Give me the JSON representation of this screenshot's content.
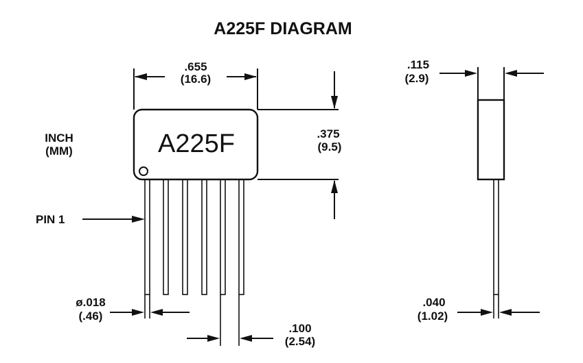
{
  "title": "A225F DIAGRAM",
  "part_label": "A225F",
  "units": {
    "primary": "INCH",
    "secondary": "(MM)"
  },
  "pin1_label": "PIN 1",
  "dimensions": {
    "width": {
      "inch": ".655",
      "mm": "(16.6)"
    },
    "height": {
      "inch": ".375",
      "mm": "(9.5)"
    },
    "thickness": {
      "inch": ".115",
      "mm": "(2.9)"
    },
    "pin_diameter": {
      "inch": "ø.018",
      "mm": "(.46)"
    },
    "pin_pitch": {
      "inch": ".100",
      "mm": "(2.54)"
    },
    "lead_width": {
      "inch": ".040",
      "mm": "(1.02)"
    }
  }
}
